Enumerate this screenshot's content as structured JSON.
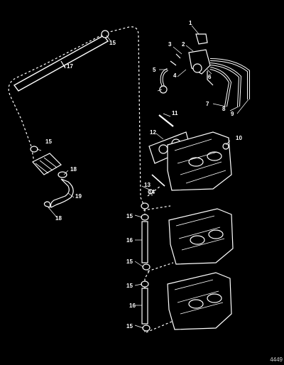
{
  "diagram": {
    "figure_id": "4449",
    "callouts": [
      "1",
      "2",
      "3",
      "4",
      "5",
      "6",
      "7",
      "8",
      "9",
      "10",
      "11",
      "12",
      "13",
      "14",
      "15",
      "15",
      "15",
      "15",
      "15",
      "15",
      "16",
      "16",
      "17",
      "18",
      "18",
      "19"
    ]
  }
}
